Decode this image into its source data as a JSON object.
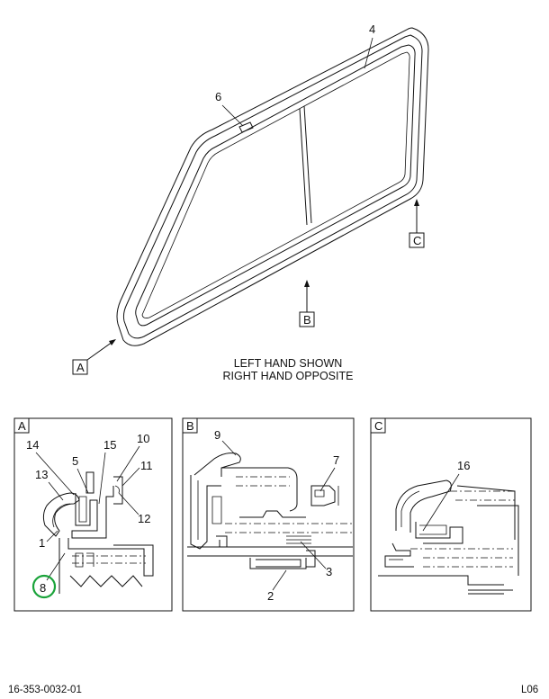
{
  "main_view": {
    "callouts": {
      "top_strip": "4",
      "latch": "6"
    },
    "section_markers": {
      "a": "A",
      "b": "B",
      "c": "C"
    },
    "note_line1": "LEFT HAND SHOWN",
    "note_line2": "RIGHT HAND OPPOSITE"
  },
  "detail_a": {
    "title": "A",
    "callouts": [
      "14",
      "15",
      "10",
      "13",
      "5",
      "11",
      "12",
      "1",
      "8"
    ],
    "highlighted_callout": "8",
    "highlight_color": "#1aa33a"
  },
  "detail_b": {
    "title": "B",
    "callouts": [
      "9",
      "7",
      "3",
      "2"
    ]
  },
  "detail_c": {
    "title": "C",
    "callouts": [
      "16"
    ]
  },
  "footer": {
    "drawing_number": "16-353-0032-01",
    "sheet_code": "L06"
  }
}
